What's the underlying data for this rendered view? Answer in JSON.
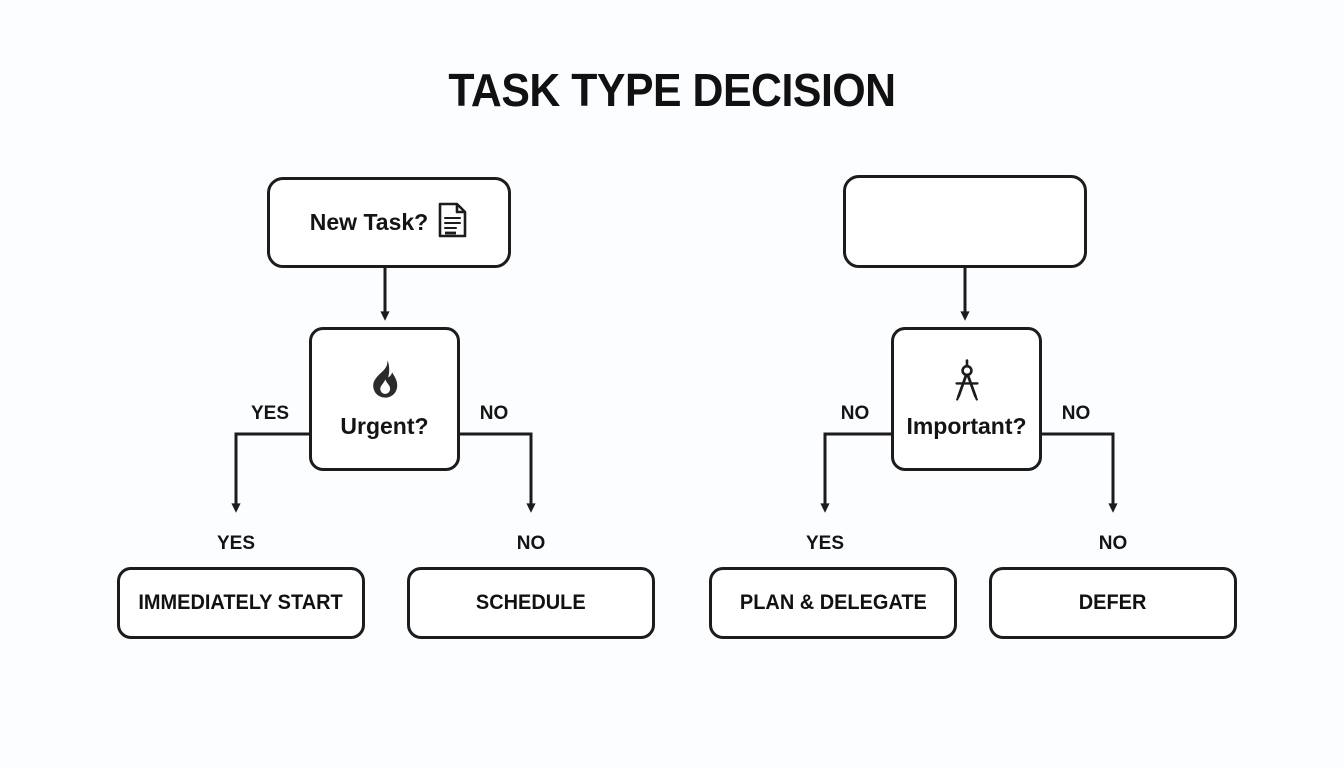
{
  "title": "TASK TYPE DECISION",
  "theme": {
    "background": "#fbfdfe",
    "stroke": "#1c1c1c",
    "text": "#141414",
    "node_fill": "#ffffff"
  },
  "branches": [
    {
      "id": "left",
      "start": {
        "label": "New Task?",
        "icon": "document-icon"
      },
      "decision": {
        "label": "Urgent?",
        "icon": "flame-icon"
      },
      "edges": {
        "left_side": "YES",
        "right_side": "NO",
        "left_lower": "YES",
        "right_lower": "NO"
      },
      "outcomes": [
        {
          "label": "IMMEDIATELY START"
        },
        {
          "label": "SCHEDULE"
        }
      ]
    },
    {
      "id": "right",
      "start": {
        "label": "",
        "icon": "none"
      },
      "decision": {
        "label": "Important?",
        "icon": "compass-icon"
      },
      "edges": {
        "left_side": "NO",
        "right_side": "NO",
        "left_lower": "YES",
        "right_lower": "NO"
      },
      "outcomes": [
        {
          "label": "PLAN & DELEGATE"
        },
        {
          "label": "DEFER"
        }
      ]
    }
  ]
}
